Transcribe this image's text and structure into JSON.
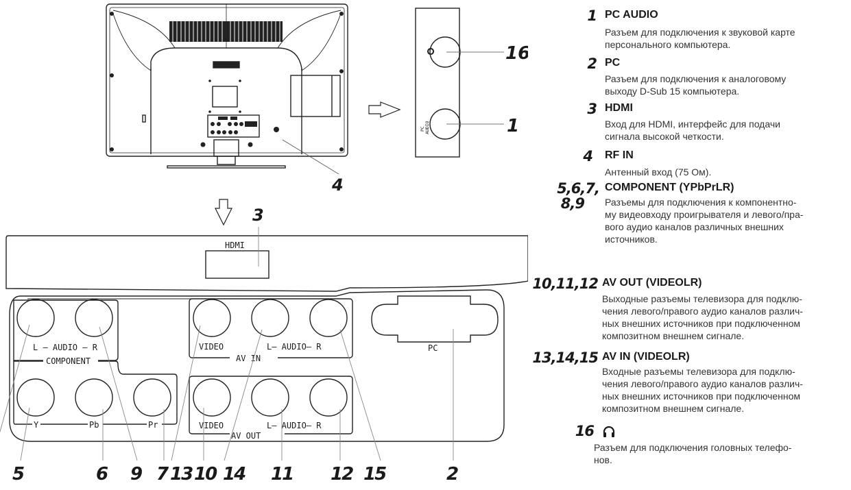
{
  "diagram": {
    "top_view": {
      "callout_rf_in": "4"
    },
    "side_panel": {
      "callout_headphones": "16",
      "callout_pc_audio": "1",
      "pc_audio_label_line1": "PC",
      "pc_audio_label_line2": "AUDIO"
    },
    "bottom_panel": {
      "hdmi_label": "HDMI",
      "hdmi_callout": "3",
      "component": {
        "audio_label": "L — AUDIO — R",
        "group_label": "COMPONENT",
        "y_label": "Y",
        "pb_label": "Pb",
        "pr_label": "Pr"
      },
      "av_in": {
        "video_label": "VIDEO",
        "audio_label": "L— AUDIO— R",
        "group_label": "AV IN"
      },
      "av_out": {
        "video_label": "VIDEO",
        "audio_label": "L— AUDIO— R",
        "group_label": "AV OUT"
      },
      "pc_label": "PC",
      "callouts": [
        "5",
        "6",
        "9",
        "7",
        "13",
        "10",
        "14",
        "11",
        "12",
        "15",
        "2"
      ]
    }
  },
  "legend": {
    "items": [
      {
        "num": "1",
        "title": "PC AUDIO",
        "desc": [
          "Разъем для подключения к звуковой карте",
          "персонального компьютера."
        ]
      },
      {
        "num": "2",
        "title": "PC",
        "desc": [
          "Разъем для подключения к аналоговому",
          "выходу D-Sub 15 компьютера."
        ]
      },
      {
        "num": "3",
        "title": "HDMI",
        "desc": [
          "Вход для HDMI, интерфейс для подачи",
          "сигнала высокой четкости."
        ]
      },
      {
        "num": "4",
        "title": "RF IN",
        "desc": [
          "Антенный вход (75 Ом)."
        ]
      },
      {
        "num": "5,6,7,",
        "num2": "8,9",
        "title": "COMPONENT (YPbPrLR)",
        "desc": [
          "Разъемы для подключения к компонентно-",
          "му видеовходу проигрывателя и левого/пра-",
          "вого аудио каналов различных внешних",
          "источников."
        ]
      },
      {
        "num": "10,11,12",
        "title": "AV OUT (VIDEOLR)",
        "desc": [
          "Выходные разъемы телевизора для подклю-",
          "чения левого/правого аудио каналов различ-",
          "ных внешних источников при подключенном",
          "композитном внешнем сигнале."
        ]
      },
      {
        "num": "13,14,15",
        "title": "AV IN (VIDEOLR)",
        "desc": [
          "Входные разъемы телевизора для подклю-",
          "чения левого/правого аудио каналов различ-",
          "ных внешних источников при подключенном",
          "композитном внешнем сигнале."
        ]
      },
      {
        "num": "16",
        "icon": "headphones-icon",
        "desc": [
          "Разъем для подключения головных телефо-",
          "нов."
        ]
      }
    ]
  }
}
